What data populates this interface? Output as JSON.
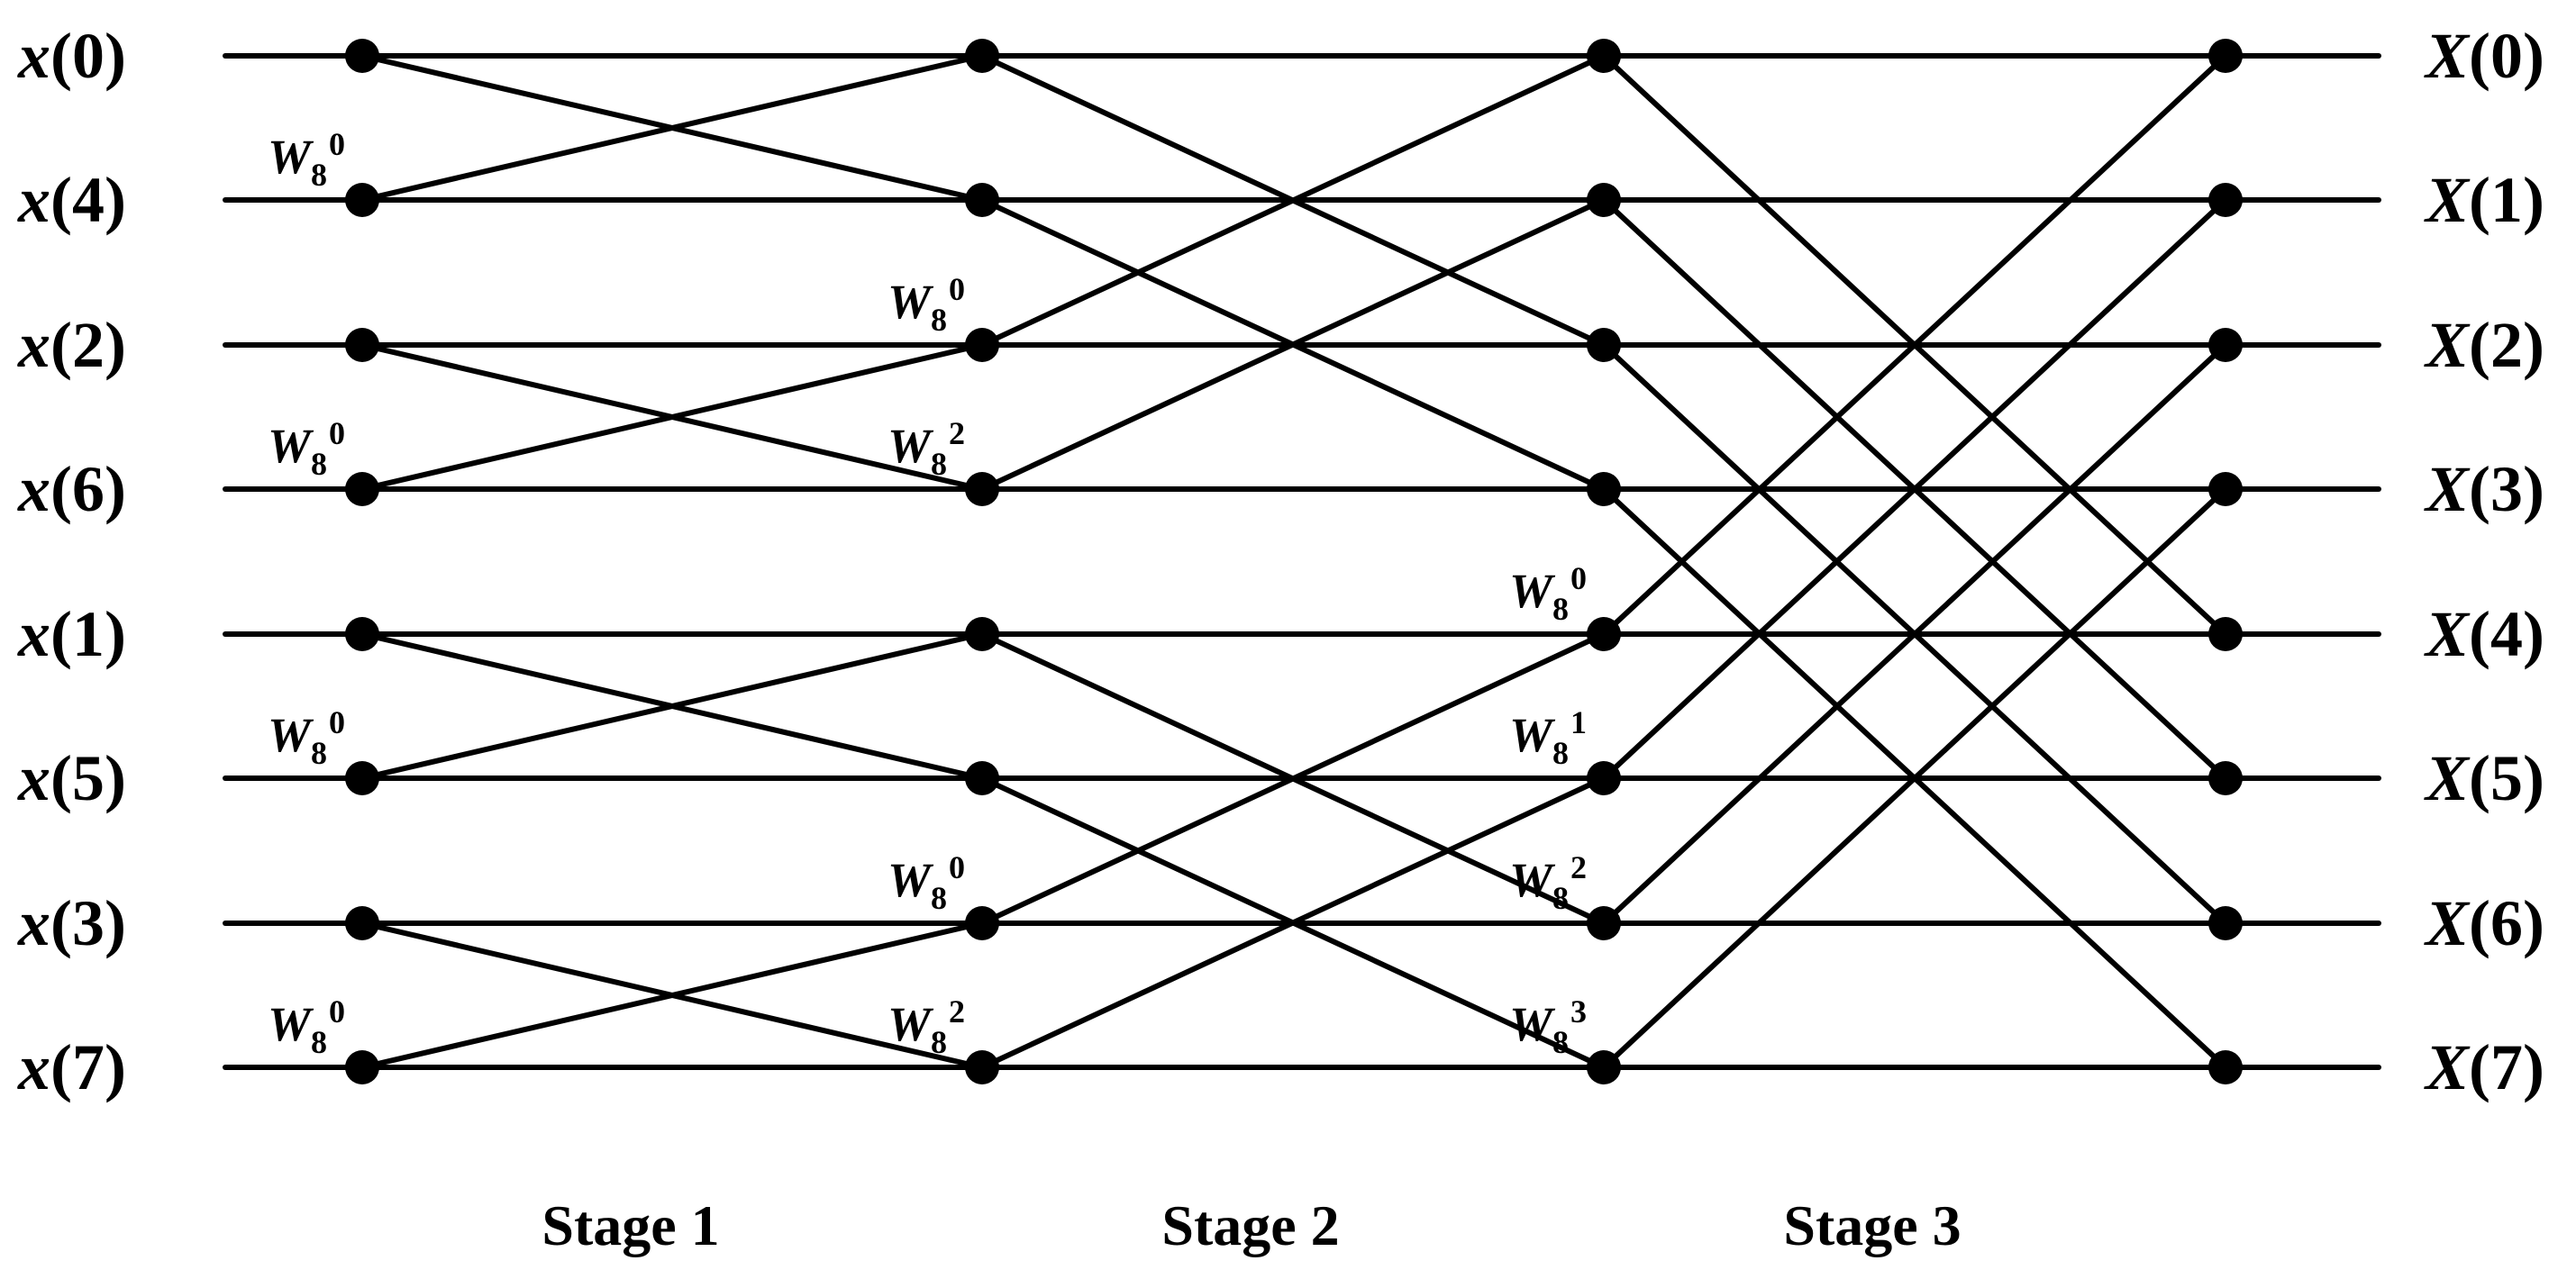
{
  "inputs": [
    {
      "var": "x",
      "idx": "(0)"
    },
    {
      "var": "x",
      "idx": "(4)"
    },
    {
      "var": "x",
      "idx": "(2)"
    },
    {
      "var": "x",
      "idx": "(6)"
    },
    {
      "var": "x",
      "idx": "(1)"
    },
    {
      "var": "x",
      "idx": "(5)"
    },
    {
      "var": "x",
      "idx": "(3)"
    },
    {
      "var": "x",
      "idx": "(7)"
    }
  ],
  "outputs": [
    {
      "var": "X",
      "idx": "(0)"
    },
    {
      "var": "X",
      "idx": "(1)"
    },
    {
      "var": "X",
      "idx": "(2)"
    },
    {
      "var": "X",
      "idx": "(3)"
    },
    {
      "var": "X",
      "idx": "(4)"
    },
    {
      "var": "X",
      "idx": "(5)"
    },
    {
      "var": "X",
      "idx": "(6)"
    },
    {
      "var": "X",
      "idx": "(7)"
    }
  ],
  "stages": [
    "Stage 1",
    "Stage 2",
    "Stage 3"
  ],
  "twiddles": [
    {
      "col": 0,
      "row": 1,
      "base": "W",
      "sub": "8",
      "exp": "0"
    },
    {
      "col": 0,
      "row": 3,
      "base": "W",
      "sub": "8",
      "exp": "0"
    },
    {
      "col": 0,
      "row": 5,
      "base": "W",
      "sub": "8",
      "exp": "0"
    },
    {
      "col": 0,
      "row": 7,
      "base": "W",
      "sub": "8",
      "exp": "0"
    },
    {
      "col": 1,
      "row": 2,
      "base": "W",
      "sub": "8",
      "exp": "0"
    },
    {
      "col": 1,
      "row": 3,
      "base": "W",
      "sub": "8",
      "exp": "2"
    },
    {
      "col": 1,
      "row": 6,
      "base": "W",
      "sub": "8",
      "exp": "0"
    },
    {
      "col": 1,
      "row": 7,
      "base": "W",
      "sub": "8",
      "exp": "2"
    },
    {
      "col": 2,
      "row": 4,
      "base": "W",
      "sub": "8",
      "exp": "0"
    },
    {
      "col": 2,
      "row": 5,
      "base": "W",
      "sub": "8",
      "exp": "1"
    },
    {
      "col": 2,
      "row": 6,
      "base": "W",
      "sub": "8",
      "exp": "2"
    },
    {
      "col": 2,
      "row": 7,
      "base": "W",
      "sub": "8",
      "exp": "3"
    }
  ],
  "butterflies": [
    {
      "from_col": 0,
      "to_col": 1,
      "span": 1
    },
    {
      "from_col": 1,
      "to_col": 2,
      "span": 2
    },
    {
      "from_col": 2,
      "to_col": 3,
      "span": 4
    }
  ],
  "colors": {
    "line": "#000000",
    "background": "#ffffff"
  }
}
